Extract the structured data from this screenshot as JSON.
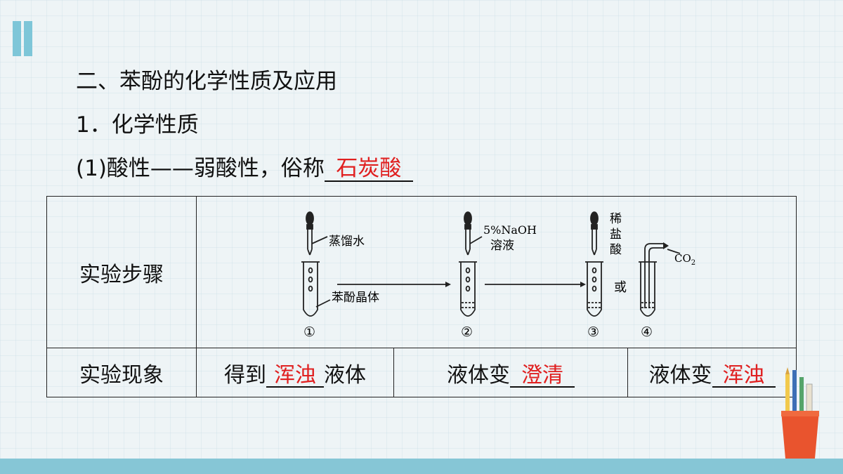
{
  "heading": "二、苯酚的化学性质及应用",
  "subheading": "1．化学性质",
  "acidity": {
    "prefix": "(1)酸性——弱酸性，俗称",
    "answer": "石炭酸"
  },
  "table": {
    "row1_header": "实验步骤",
    "row2_header": "实验现象",
    "diagram": {
      "reagent1": "蒸馏水",
      "reagent2_line1": "5%NaOH",
      "reagent2_line2": "溶液",
      "reagent3_char1": "稀",
      "reagent3_char2": "盐",
      "reagent3_char3": "酸",
      "solid_label": "苯酚晶体",
      "or_label": "或",
      "gas_label": "CO",
      "gas_subscript": "2",
      "step1": "①",
      "step2": "②",
      "step3": "③",
      "step4": "④"
    },
    "obs1": {
      "prefix": "得到",
      "answer": "浑浊",
      "suffix": "液体"
    },
    "obs2": {
      "prefix": "液体变",
      "answer": "澄清"
    },
    "obs3": {
      "prefix": "液体变",
      "answer": "浑浊"
    }
  },
  "colors": {
    "answer": "#e02020",
    "accent": "#7ec6d8"
  }
}
